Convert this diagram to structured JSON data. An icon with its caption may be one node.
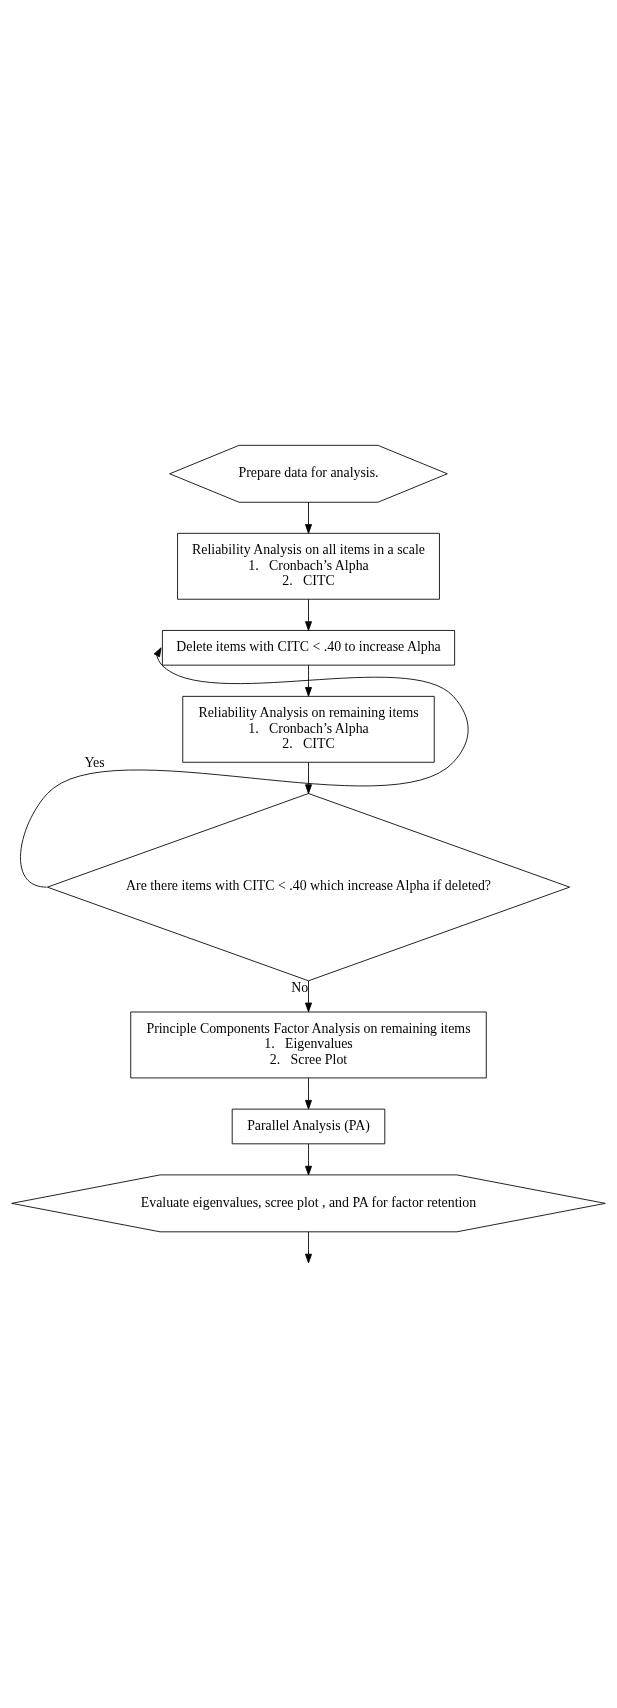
{
  "diagram": {
    "nodes": [
      {
        "text": [
          "Prepare data for analysis."
        ]
      },
      {
        "text": [
          "Reliability Analysis on all items in a scale",
          "1.   Cronbach’s Alpha",
          "2.   CITC"
        ]
      },
      {
        "text": [
          "Delete items with CITC < .40 to increase Alpha"
        ]
      },
      {
        "text": [
          "Reliability Analysis on remaining items",
          "1.   Cronbach’s Alpha",
          "2.   CITC"
        ]
      },
      {
        "text": [
          "Are there items with CITC < .40 which increase Alpha if deleted?"
        ]
      },
      {
        "text": [
          "Principle Components Factor Analysis on remaining items",
          "1.   Eigenvalues",
          "2.   Scree Plot"
        ]
      },
      {
        "text": [
          "Parallel Analysis (PA)"
        ]
      },
      {
        "text": [
          "Evaluate eigenvalues, scree plot , and PA for factor retention"
        ]
      }
    ],
    "edges": [
      {
        "from": 0,
        "to": 1,
        "arrow": "to"
      },
      {
        "from": 1,
        "to": 2,
        "arrow": "to"
      },
      {
        "from": 2,
        "to": 3,
        "arrow": "to"
      },
      {
        "from": 3,
        "to": 4,
        "arrow": "to"
      },
      {
        "from": 4,
        "to": 2,
        "arrow": "to",
        "label": "Yes"
      },
      {
        "from": 4,
        "to": 5,
        "arrow": "to",
        "label": "No"
      },
      {
        "from": 5,
        "to": 6,
        "arrow": "to"
      },
      {
        "from": 6,
        "to": 7,
        "arrow": "to"
      },
      {
        "from": 7,
        "to": null,
        "arrow": "to"
      }
    ]
  }
}
